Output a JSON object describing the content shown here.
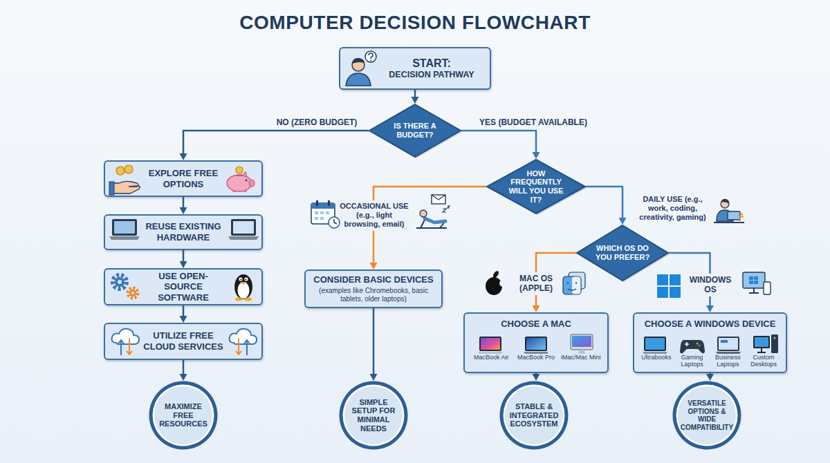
{
  "diagram": {
    "title": "COMPUTER DECISION FLOWCHART",
    "nodes": [
      {
        "text": [
          "START:",
          "DECISION PATHWAY"
        ]
      },
      {
        "text": [
          "IS THERE A BUDGET?"
        ]
      },
      {
        "text": [
          "EXPLORE FREE OPTIONS"
        ]
      },
      {
        "text": [
          "REUSE EXISTING HARDWARE"
        ]
      },
      {
        "text": [
          "USE OPEN-SOURCE SOFTWARE"
        ]
      },
      {
        "text": [
          "UTILIZE FREE CLOUD SERVICES"
        ]
      },
      {
        "text": [
          "MAXIMIZE FREE RESOURCES"
        ]
      },
      {
        "text": [
          "HOW FREQUENTLY WILL YOU USE IT?"
        ]
      },
      {
        "text": [
          "CONSIDER BASIC DEVICES",
          "(examples like Chromebooks, basic tablets, older laptops)"
        ]
      },
      {
        "text": [
          "SIMPLE SETUP FOR MINIMAL NEEDS"
        ]
      },
      {
        "text": [
          "WHICH OS DO YOU PREFER?"
        ]
      },
      {
        "text": [
          "CHOOSE A MAC",
          "MacBook Air",
          "MacBook Pro",
          "iMac/Mac Mini"
        ]
      },
      {
        "text": [
          "STABLE & INTEGRATED ECOSYSTEM"
        ]
      },
      {
        "text": [
          "CHOOSE A WINDOWS DEVICE",
          "Ultrabooks",
          "Gaming Laptops",
          "Business Laptops",
          "Custom Desktops"
        ]
      },
      {
        "text": [
          "VERSATILE OPTIONS & WIDE COMPATIBILITY"
        ]
      }
    ],
    "edges": [
      {
        "from": 0,
        "to": 1,
        "arrow": "to"
      },
      {
        "from": 1,
        "to": 2,
        "label": "NO (ZERO BUDGET)",
        "arrow": "to"
      },
      {
        "from": 2,
        "to": 3,
        "arrow": "to"
      },
      {
        "from": 3,
        "to": 4,
        "arrow": "to"
      },
      {
        "from": 4,
        "to": 5,
        "arrow": "to"
      },
      {
        "from": 5,
        "to": 6,
        "arrow": "to"
      },
      {
        "from": 1,
        "to": 7,
        "label": "YES (BUDGET AVAILABLE)",
        "arrow": "to"
      },
      {
        "from": 7,
        "to": 8,
        "label": "OCCASIONAL USE (e.g., light browsing, email)",
        "arrow": "to"
      },
      {
        "from": 8,
        "to": 9,
        "arrow": "to"
      },
      {
        "from": 7,
        "to": 10,
        "label": "DAILY USE (e.g., work, coding, creativity, gaming)",
        "arrow": "to"
      },
      {
        "from": 10,
        "to": 11,
        "label": "MAC OS (APPLE)",
        "arrow": "to"
      },
      {
        "from": 11,
        "to": 12,
        "arrow": "to"
      },
      {
        "from": 10,
        "to": 13,
        "label": "WINDOWS OS",
        "arrow": "to"
      },
      {
        "from": 13,
        "to": 14,
        "arrow": "to"
      }
    ]
  }
}
